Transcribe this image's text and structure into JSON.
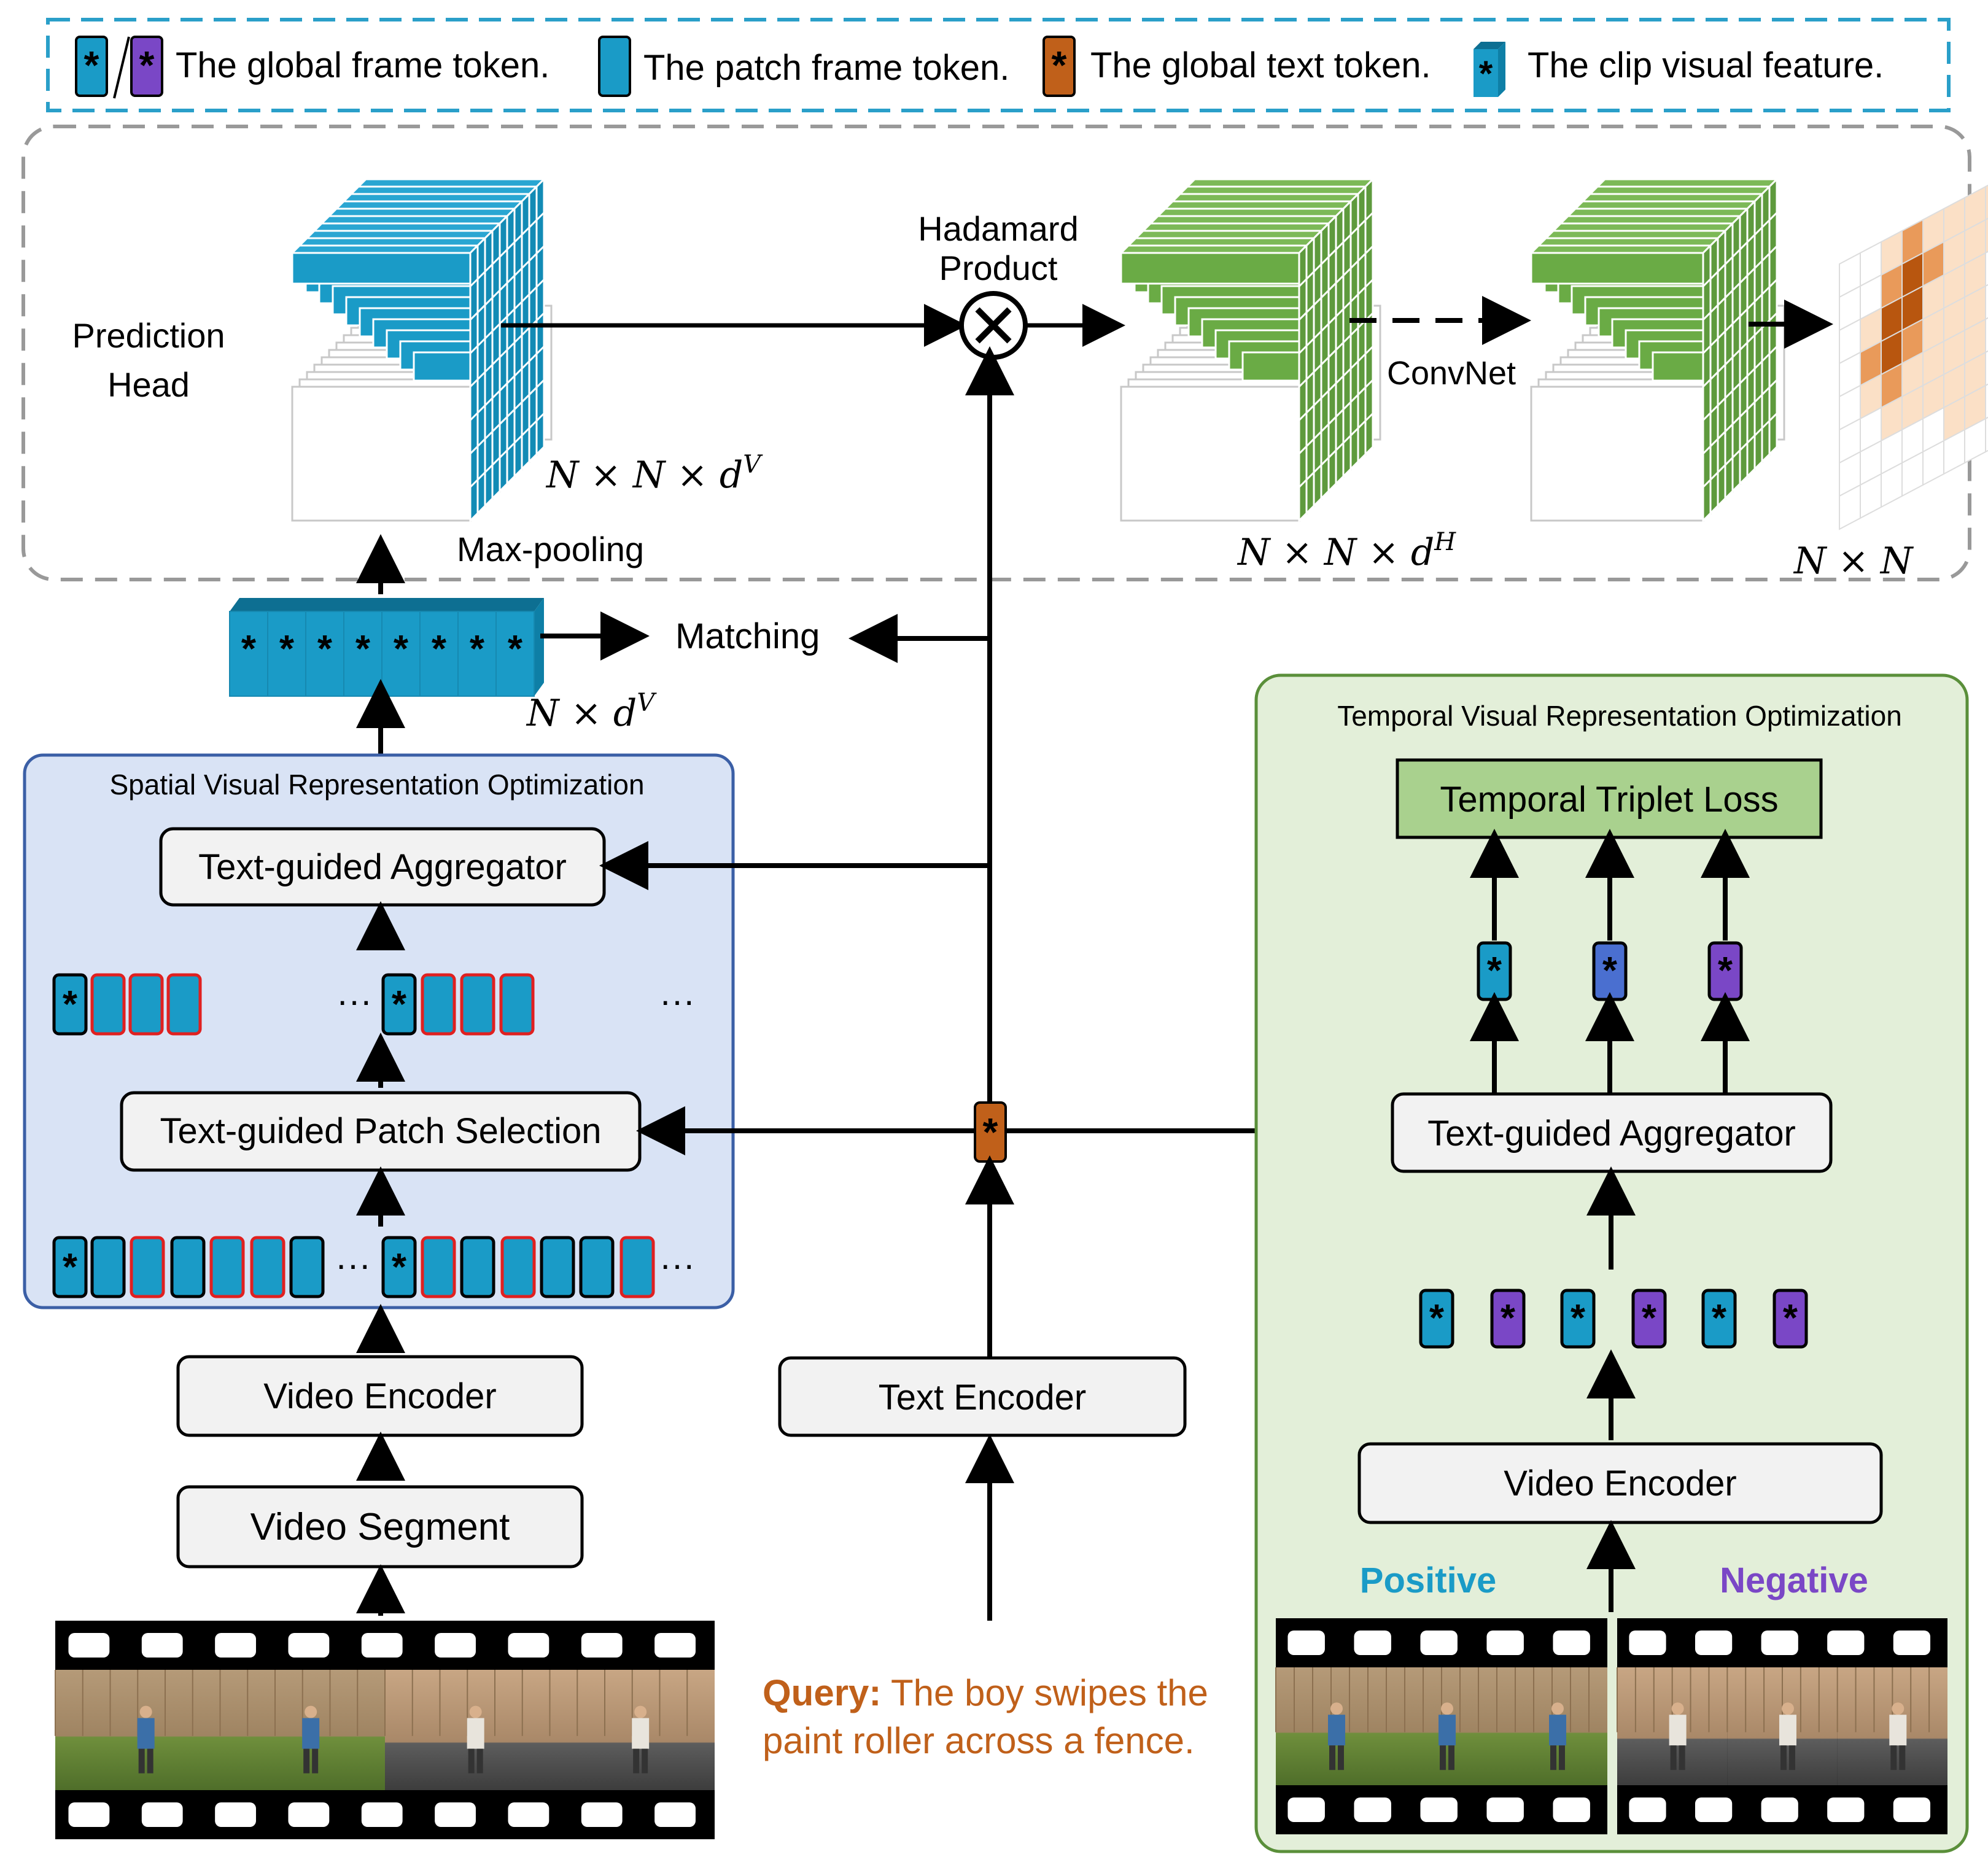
{
  "legend": {
    "global_frame_token": "The global frame token.",
    "patch_frame_token": "The patch frame token.",
    "global_text_token": "The global text token.",
    "clip_visual_feature": "The clip visual feature."
  },
  "prediction_head": {
    "label_line1": "Prediction",
    "label_line2": "Head",
    "max_pooling": "Max-pooling",
    "dim_v": "N × N × d^V",
    "hadamard_line1": "Hadamard",
    "hadamard_line2": "Product",
    "convnet": "ConvNet",
    "dim_h": "N × N × d^H",
    "dim_nn": "N × N"
  },
  "matching": {
    "label": "Matching",
    "dim": "N × d^V"
  },
  "spatial": {
    "title": "Spatial Visual Representation Optimization",
    "aggregator": "Text-guided Aggregator",
    "patch_selection": "Text-guided Patch Selection",
    "ellipsis": "···"
  },
  "video_encoder": "Video Encoder",
  "video_segment": "Video Segment",
  "text_encoder": "Text Encoder",
  "query": {
    "prefix": "Query:",
    "line1": " The boy swipes the",
    "line2": "paint roller across a fence."
  },
  "temporal": {
    "title": "Temporal Visual Representation Optimization",
    "loss": "Temporal Triplet Loss",
    "aggregator": "Text-guided Aggregator",
    "video_encoder": "Video Encoder",
    "positive": "Positive",
    "negative": "Negative"
  },
  "colors": {
    "token_blue": "#1a9bc7",
    "token_purple": "#7a47c6",
    "token_orange": "#c0601a",
    "cube_green": "#6aab45",
    "spatial_bg": "#d9e3f5",
    "temporal_bg": "#e3efd9",
    "heat_dark": "#b8560f",
    "heat_mid": "#e99a5a",
    "heat_light": "#fbe0c6",
    "query_orange": "#c0601a",
    "positive_blue": "#1a9bc7",
    "negative_purple": "#7a47c6"
  }
}
